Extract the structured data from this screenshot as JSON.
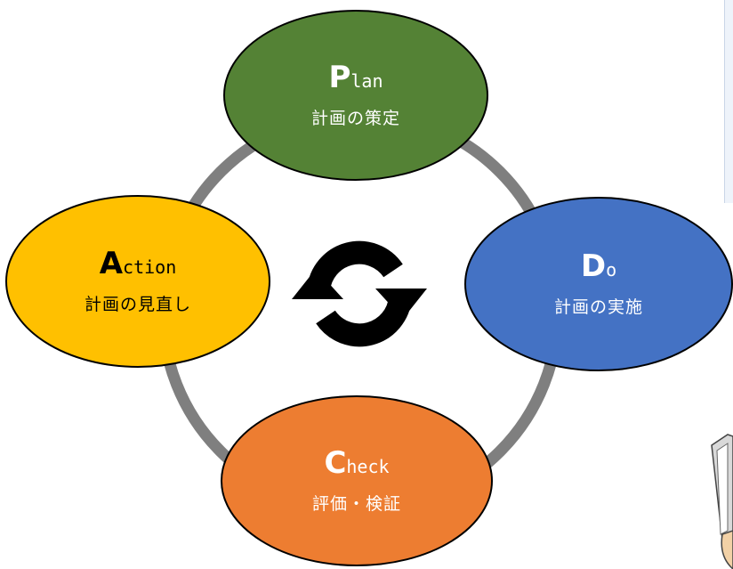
{
  "diagram": {
    "nodes": [
      {
        "id": "plan",
        "initial": "P",
        "rest": "lan",
        "subtitle": "計画の策定",
        "fill": "#548235",
        "text_color": "#ffffff"
      },
      {
        "id": "do",
        "initial": "D",
        "rest": "o",
        "subtitle": "計画の実施",
        "fill": "#4472c4",
        "text_color": "#ffffff"
      },
      {
        "id": "check",
        "initial": "C",
        "rest": "heck",
        "subtitle": "評価・検証",
        "fill": "#ed7d31",
        "text_color": "#ffffff"
      },
      {
        "id": "action",
        "initial": "A",
        "rest": "ction",
        "subtitle": "計画の見直し",
        "fill": "#ffc000",
        "text_color": "#000000"
      }
    ],
    "ring_color": "#7f7f7f",
    "cycle_icon": "cycle-arrows-icon",
    "side_panel_color": "#dce6f2"
  }
}
